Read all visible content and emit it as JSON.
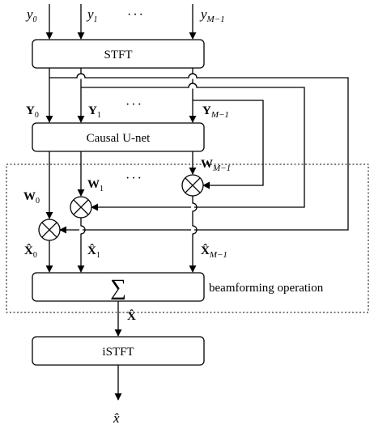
{
  "inputs": {
    "y0": {
      "base": "y",
      "sub": "0"
    },
    "y1": {
      "base": "y",
      "sub": "1"
    },
    "dots": "···",
    "yM": {
      "base": "y",
      "sub": "M−1"
    }
  },
  "blocks": {
    "stft": "STFT",
    "unet": "Causal U-net",
    "sum": "∑",
    "istft": "iSTFT"
  },
  "spectra": {
    "Y0": {
      "base": "Y",
      "sub": "0"
    },
    "Y1": {
      "base": "Y",
      "sub": "1"
    },
    "dots": "···",
    "YM": {
      "base": "Y",
      "sub": "M−1"
    }
  },
  "weights": {
    "W0": {
      "base": "W",
      "sub": "0"
    },
    "W1": {
      "base": "W",
      "sub": "1"
    },
    "dots": "···",
    "WM": {
      "base": "W",
      "sub": "M−1"
    }
  },
  "estimates": {
    "X0": {
      "base": "X̂",
      "sub": "0"
    },
    "X1": {
      "base": "X̂",
      "sub": "1"
    },
    "XM": {
      "base": "X̂",
      "sub": "M−1"
    }
  },
  "sum_output": "X̂",
  "beamforming_label": "beamforming operation",
  "output": "x̂"
}
